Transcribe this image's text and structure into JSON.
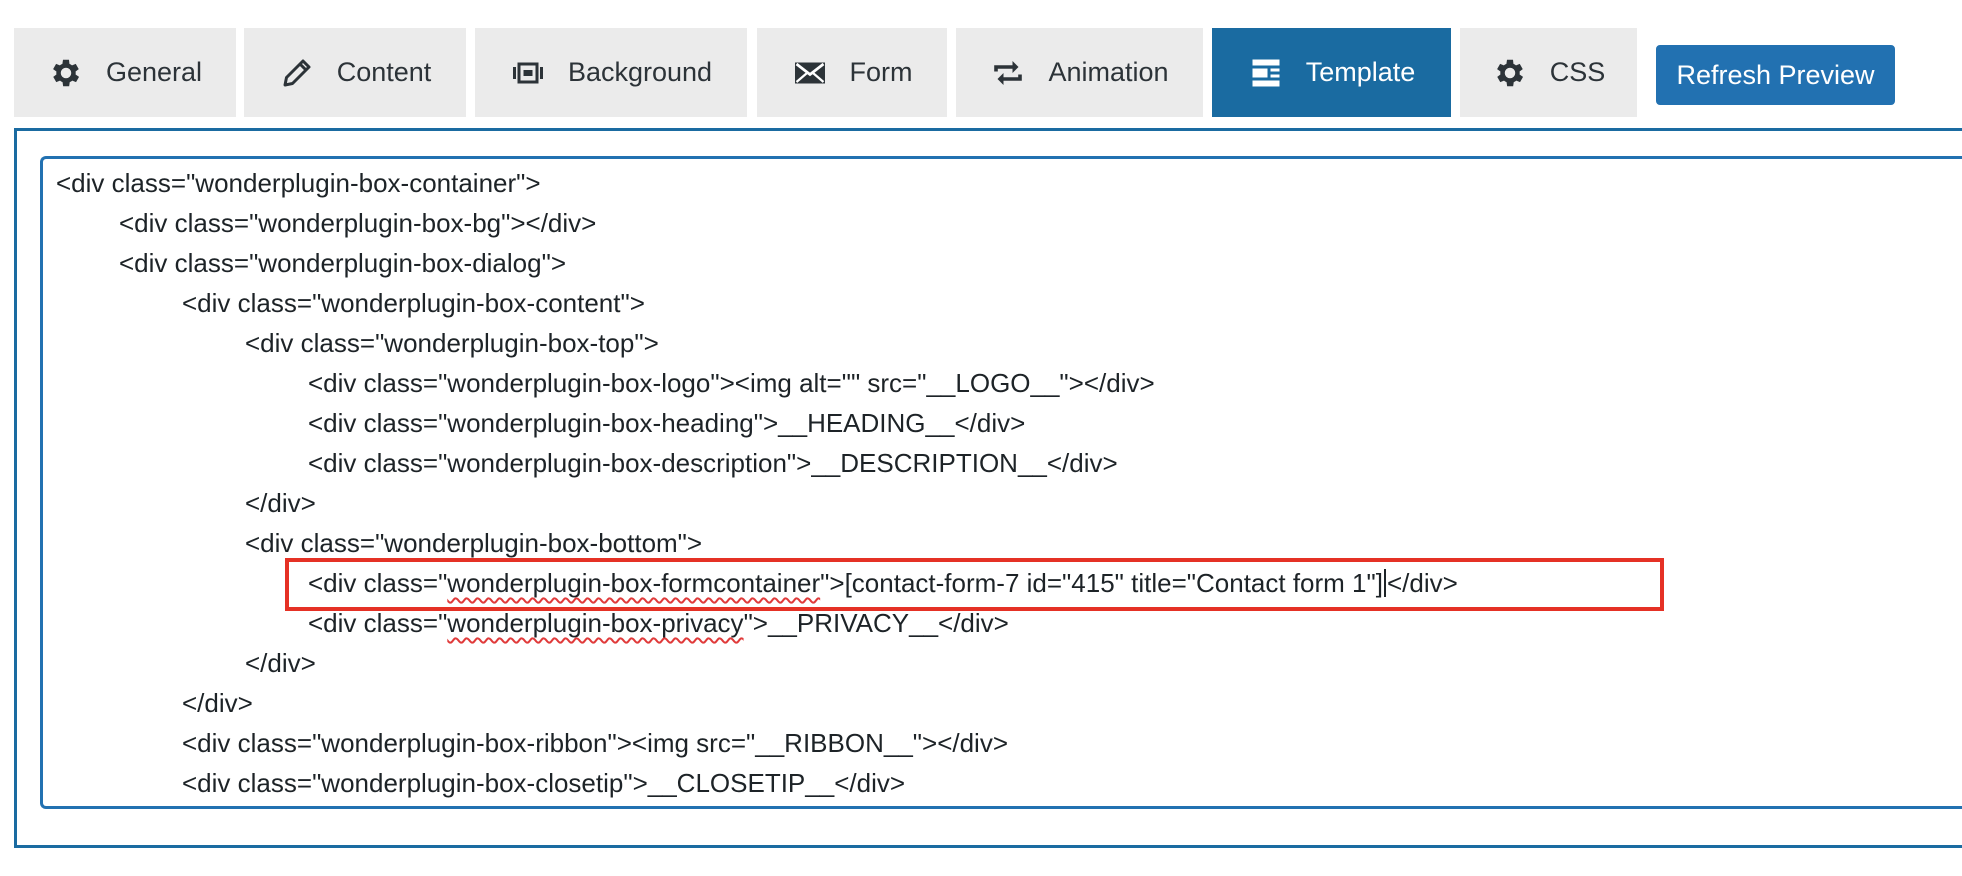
{
  "tabs": [
    {
      "label": "General",
      "icon": "gear-icon",
      "active": false
    },
    {
      "label": "Content",
      "icon": "pencil-icon",
      "active": false
    },
    {
      "label": "Background",
      "icon": "slides-icon",
      "active": false
    },
    {
      "label": "Form",
      "icon": "envelope-icon",
      "active": false
    },
    {
      "label": "Animation",
      "icon": "repeat-icon",
      "active": false
    },
    {
      "label": "Template",
      "icon": "layout-icon",
      "active": true
    },
    {
      "label": "CSS",
      "icon": "gear-icon",
      "active": false
    }
  ],
  "refresh_button": {
    "label": "Refresh Preview"
  },
  "colors": {
    "accent": "#2271b1",
    "active_tab": "#1a6ba1",
    "highlight": "#e53125",
    "tab_bg": "#ebebeb"
  },
  "editor": {
    "lines": [
      "<div class=\"wonderplugin-box-container\">",
      "<div class=\"wonderplugin-box-bg\"></div>",
      "<div class=\"wonderplugin-box-dialog\">",
      "<div class=\"wonderplugin-box-content\">",
      "<div class=\"wonderplugin-box-top\">",
      "<div class=\"wonderplugin-box-logo\"><img alt=\"\" src=\"__LOGO__\"></div>",
      "<div class=\"wonderplugin-box-heading\">__HEADING__</div>",
      "<div class=\"wonderplugin-box-description\">__DESCRIPTION__</div>",
      "</div>",
      "<div class=\"wonderplugin-box-bottom\">",
      {
        "pre": "<div class=\"",
        "squig": "wonderplugin-box-formcontainer",
        "mid": "\">[contact-form-7 id=\"415\" title=\"Contact form 1\"]",
        "post": "</div>"
      },
      {
        "pre": "<div class=\"",
        "squig": "wonderplugin-box-privacy",
        "post": "\">__PRIVACY__</div>"
      },
      "</div>",
      "</div>",
      "<div class=\"wonderplugin-box-ribbon\"><img src=\"__RIBBON__\"></div>",
      "<div class=\"wonderplugin-box-closetip\">__CLOSETIP__</div>"
    ]
  }
}
